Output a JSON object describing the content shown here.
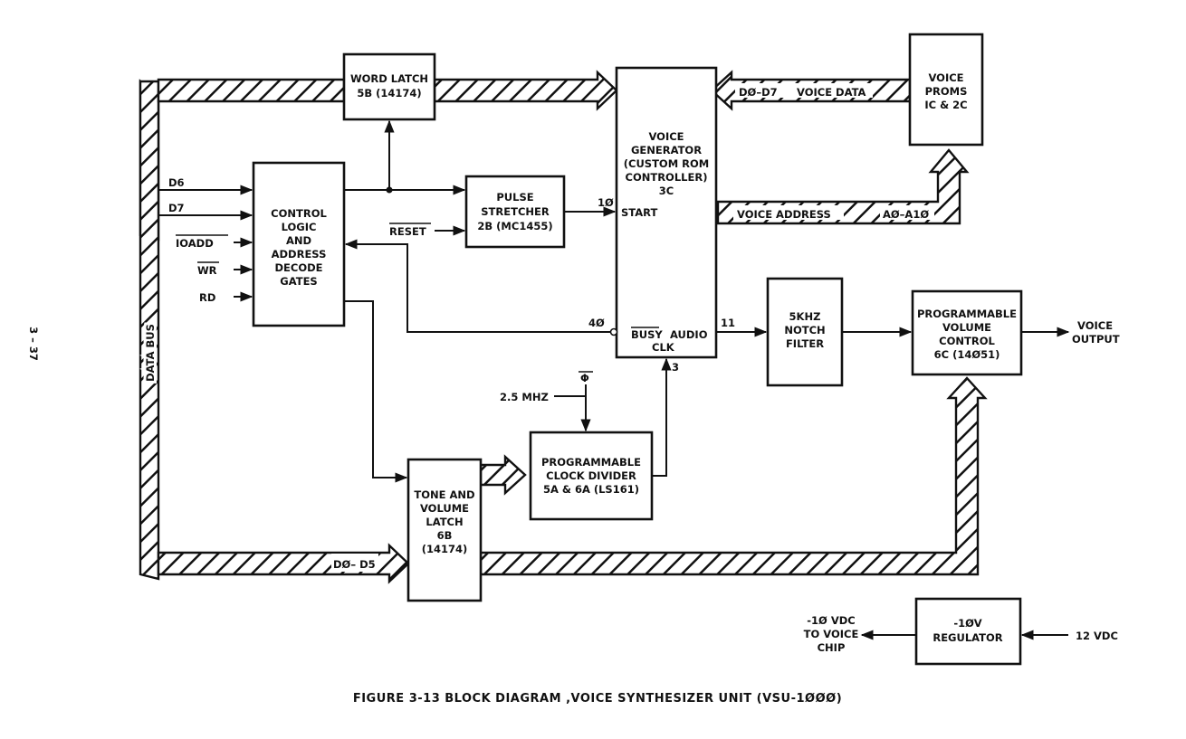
{
  "blocks": {
    "word_latch": [
      "WORD LATCH",
      "5B (14174)"
    ],
    "control_logic": [
      "CONTROL",
      "LOGIC",
      "AND",
      "ADDRESS",
      "DECODE",
      "GATES"
    ],
    "pulse_stretcher": [
      "PULSE",
      "STRETCHER",
      "2B (MC1455)"
    ],
    "voice_generator": [
      "VOICE",
      "GENERATOR",
      "(CUSTOM ROM",
      "CONTROLLER)",
      "3C"
    ],
    "voice_proms": [
      "VOICE",
      "PROMS",
      "IC & 2C"
    ],
    "notch_filter": [
      "5KHZ",
      "NOTCH",
      "FILTER"
    ],
    "volume_control": [
      "PROGRAMMABLE",
      "VOLUME",
      "CONTROL",
      "6C (14Ø51)"
    ],
    "clock_divider": [
      "PROGRAMMABLE",
      "CLOCK DIVIDER",
      "5A & 6A (LS161)"
    ],
    "tone_latch": [
      "TONE AND",
      "VOLUME",
      "LATCH",
      "6B",
      "(14174)"
    ],
    "regulator": [
      "-1ØV",
      "REGULATOR"
    ]
  },
  "signals": {
    "d6": "D6",
    "d7": "D7",
    "ioadd": "IOADD",
    "wr": "WR",
    "rd": "RD",
    "reset": "RESET",
    "start": "START",
    "pin_start": "1Ø",
    "busy": "BUSY",
    "pin_busy": "4Ø",
    "audio": "AUDIO",
    "pin_audio": "11",
    "clk": "CLK",
    "pin_clk": "3",
    "clock_in": "2.5 MHZ",
    "phi": "Φ",
    "voice_output": [
      "VOICE",
      "OUTPUT"
    ],
    "neg10_out": [
      "-1Ø VDC",
      "TO VOICE",
      "CHIP"
    ],
    "supply_12v": "12 VDC"
  },
  "buses": {
    "data_bus": "DATA BUS",
    "voice_data": "VOICE DATA",
    "voice_data_lines": "DØ–D7",
    "voice_address": "VOICE ADDRESS",
    "address_lines": "AØ–A1Ø",
    "latch_data": "DØ– D5"
  },
  "page_number": "3 – 37",
  "caption": "FIGURE 3-13 BLOCK DIAGRAM ,VOICE SYNTHESIZER UNIT (VSU-1ØØØ)"
}
